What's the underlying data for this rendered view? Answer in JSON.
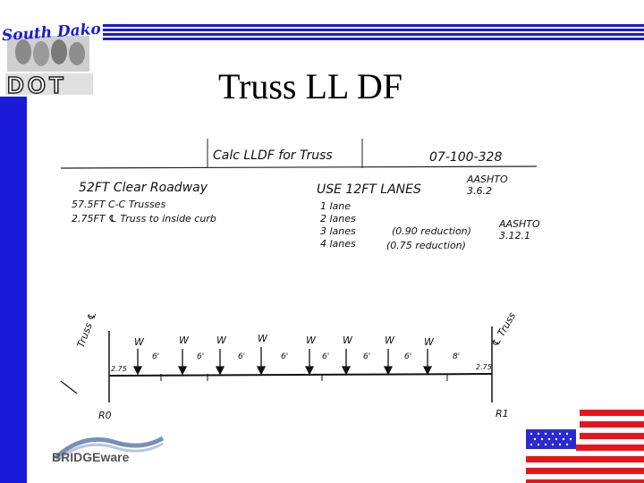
{
  "slide": {
    "title": "Truss LL DF",
    "logo_text": "South Dakota",
    "logo_dot": "DOT",
    "footer_logo_text": "BRIDGEware"
  },
  "notes": {
    "heading": "Calc LLDF for Truss",
    "job_number": "07-100-328",
    "roadway": "52FT Clear Roadway",
    "truss_spacing": "57.5FT C-C Trusses",
    "curb_offset": "2.75FT ℄ Truss to inside curb",
    "use_lanes": "USE 12FT LANES",
    "aashto_ref_1": "AASHTO 3.6.2",
    "lane_1": "1 lane",
    "lane_2": "2 lanes",
    "lane_3": "3 lanes",
    "lane_4": "4 lanes",
    "reduction_3": "(0.90 reduction)",
    "reduction_4": "(0.75 reduction)",
    "aashto_ref_2": "AASHTO 3.12.1"
  },
  "diagram": {
    "left_label": "Truss ℄",
    "right_label": "℄ Truss",
    "load_label": "W",
    "spacing_label": "6'",
    "end_spacing_label": "8'",
    "curb_label": "2.75",
    "left_reaction": "R0",
    "right_reaction": "R1"
  },
  "colors": {
    "accent_blue": "#1a1ad8",
    "flag_red": "#e8141c",
    "flag_blue": "#2a2ad0"
  }
}
